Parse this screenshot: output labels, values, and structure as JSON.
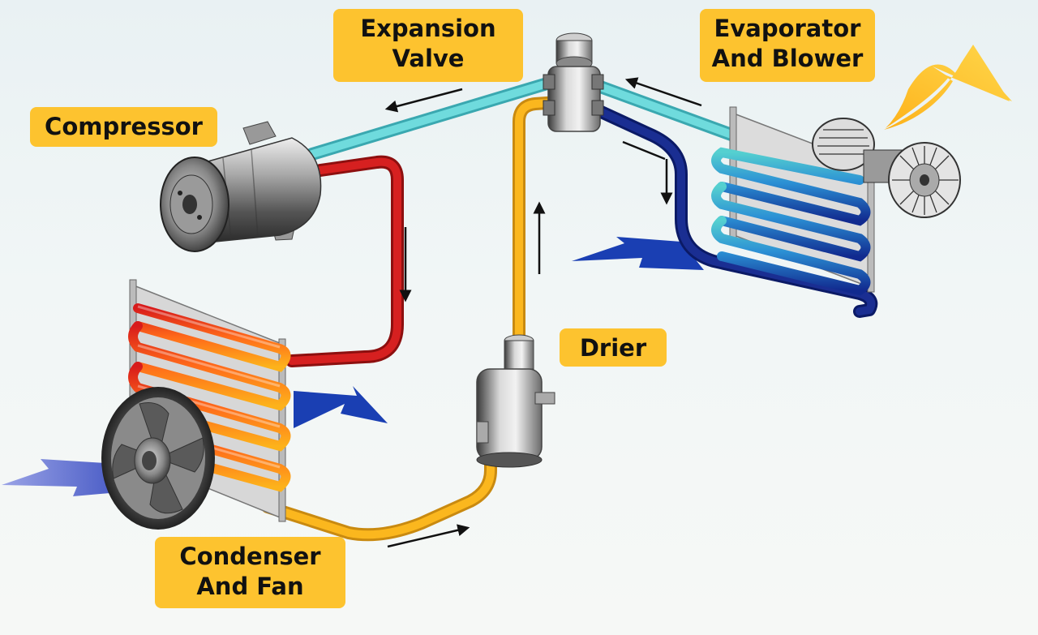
{
  "labels": {
    "expansion_valve": {
      "line1": "Expansion",
      "line2": "Valve"
    },
    "evaporator": {
      "line1": "Evaporator",
      "line2": "And Blower"
    },
    "compressor": {
      "line1": "Compressor"
    },
    "drier": {
      "line1": "Drier"
    },
    "condenser": {
      "line1": "Condenser",
      "line2": "And Fan"
    }
  },
  "colors": {
    "label_bg": "#fdc32f",
    "hot_line": "#cc1b1b",
    "liquid_line": "#f9b21b",
    "suction_line": "#5ccfd1",
    "cold_line": "#13247a",
    "airflow_blue": "#1a3fb3",
    "airflow_yellow": "#fdc32f"
  }
}
